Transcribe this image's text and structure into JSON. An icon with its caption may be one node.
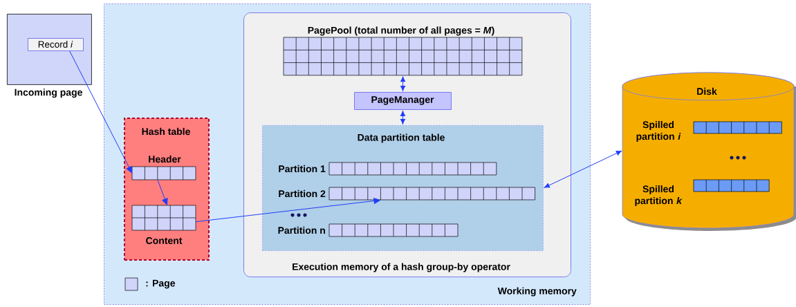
{
  "diagram": {
    "nodes": [
      {
        "text": [
          "Incoming page"
        ]
      },
      {
        "text": [
          "Record *i*"
        ],
        "in": 0
      },
      {
        "text": [
          "Working memory"
        ]
      },
      {
        "text": [
          "Hash table"
        ],
        "in": 2
      },
      {
        "text": [
          "Header"
        ],
        "in": 3
      },
      {
        "text": [
          "Content"
        ],
        "in": 3
      },
      {
        "text": [
          "Execution memory of a hash group-by operator"
        ],
        "in": 2
      },
      {
        "text": [
          "PagePool (total number of all pages = *M*)"
        ],
        "in": 6
      },
      {
        "text": [
          "PageManager"
        ],
        "in": 6
      },
      {
        "text": [
          "Data partition table"
        ],
        "in": 6
      },
      {
        "text": [
          "Partition 1"
        ],
        "in": 9
      },
      {
        "text": [
          "Partition 2"
        ],
        "in": 9
      },
      {
        "text": [
          "Partition n"
        ],
        "in": 9
      },
      {
        "text": [
          "Disk"
        ]
      },
      {
        "text": [
          "Spilled partition *i*"
        ],
        "in": 13
      },
      {
        "text": [
          "Spilled partition *k*"
        ],
        "in": 13
      }
    ],
    "edges": [
      {
        "from": 1,
        "to": 4,
        "arrow": "to"
      },
      {
        "from": 4,
        "to": 5,
        "arrow": "to"
      },
      {
        "from": 5,
        "to": 11,
        "arrow": "to"
      },
      {
        "from": 7,
        "to": 8,
        "arrow": "both"
      },
      {
        "from": 8,
        "to": 9,
        "arrow": "both"
      },
      {
        "from": 9,
        "to": 13,
        "arrow": "both"
      }
    ],
    "legend": [
      {
        "text": ": Page",
        "color": "#d0d4fa"
      }
    ]
  }
}
